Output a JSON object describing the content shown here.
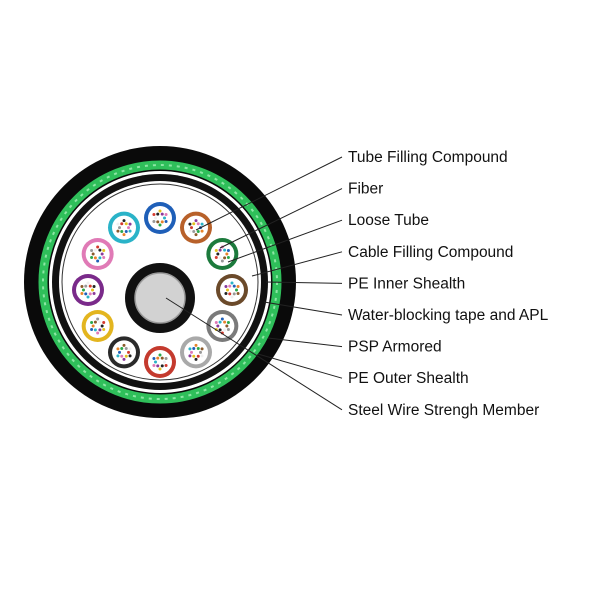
{
  "labels": [
    "Tube Filling Compound",
    "Fiber",
    "Loose Tube",
    "Cable Filling Compound",
    "PE Inner Shealth",
    "Water-blocking tape and APL",
    "PSP Armored",
    "PE Outer Shealth",
    "Steel Wire Strengh Member"
  ],
  "colors": {
    "outer_sheath": "#0a0a0a",
    "armor_green": "#2fbf5a",
    "inner_sheath": "#111111",
    "fill": "#ffffff",
    "strength_member": "#cfcfcf"
  },
  "tube_colors": [
    "#b8612a",
    "#1c7a3c",
    "#6b4a2a",
    "#7a7a7a",
    "#a9a9a9",
    "#c43a2e",
    "#2a2a2a",
    "#e3b51f",
    "#7a2a8a",
    "#e07ab6",
    "#2ab3c8",
    "#1f5fb8"
  ]
}
